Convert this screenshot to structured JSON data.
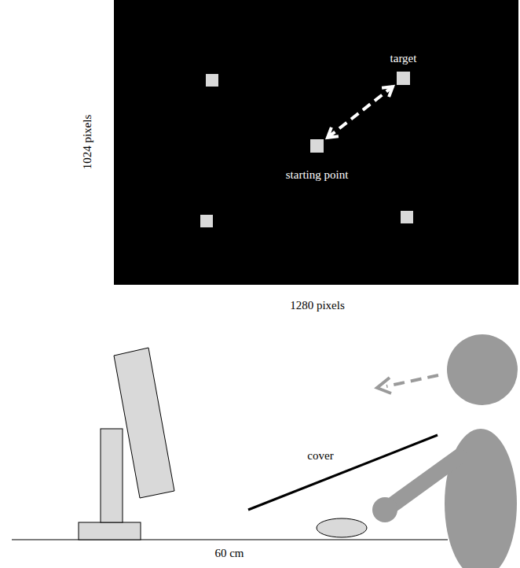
{
  "diagram": {
    "nodes": [
      {
        "text": [
          "target"
        ]
      },
      {
        "text": [
          "starting point"
        ]
      }
    ],
    "edges": [
      {
        "from": 1,
        "to": 0,
        "arrow": "both"
      }
    ],
    "labels": [
      "1024 pixels",
      "1280 pixels",
      "cover",
      "60 cm"
    ]
  }
}
